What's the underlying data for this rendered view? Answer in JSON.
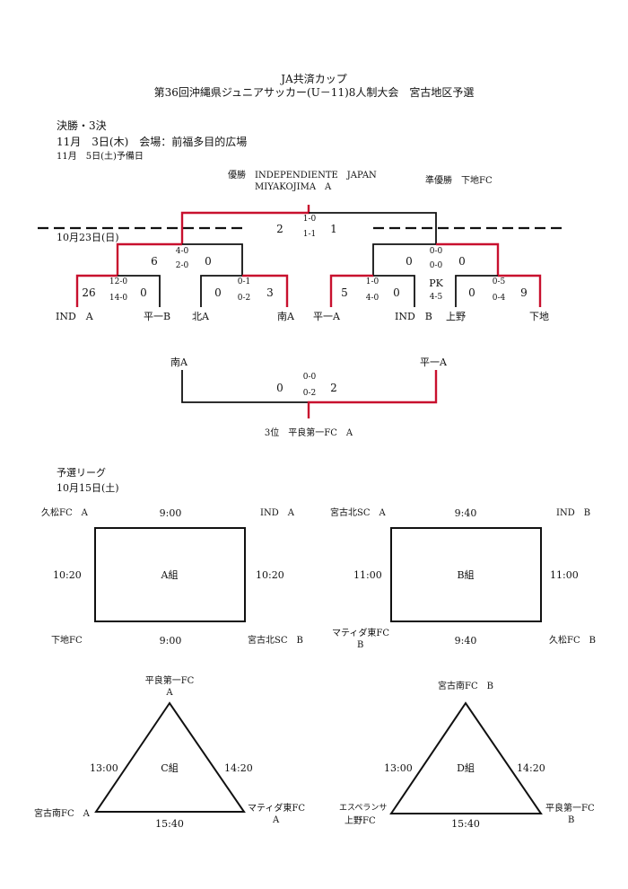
{
  "header": {
    "title_line1": "JA共済カップ",
    "title_line2": "第36回沖縄県ジュニアサッカー(U－11)8人制大会　宮古地区予選"
  },
  "finals": {
    "section_label": "決勝・3決",
    "date_line": "11月　3日(木)　会場：前福多目的広場",
    "reserve_line": "11月　5日(土)予備日",
    "round_date": "10月23日(日)",
    "champion_label": "優勝",
    "champion_line1": "INDEPENDIENTE　JAPAN",
    "champion_line2": "MIYAKOJIMA　A",
    "runner_up": "準優勝　下地FC",
    "final": {
      "left": "2",
      "right": "1",
      "half1": "1-0",
      "half2": "1-1"
    },
    "semi_left": {
      "left": "6",
      "right": "0",
      "half1": "4-0",
      "half2": "2-0"
    },
    "semi_right": {
      "left": "0",
      "right": "0",
      "half1": "0-0",
      "half2": "0-0",
      "pk_label": "PK",
      "pk": "4-5"
    },
    "qf1": {
      "left": "26",
      "right": "0",
      "half1": "12-0",
      "half2": "14-0"
    },
    "qf2": {
      "left": "0",
      "right": "3",
      "half1": "0-1",
      "half2": "0-2"
    },
    "qf3": {
      "left": "5",
      "right": "0",
      "half1": "1-0",
      "half2": "4-0"
    },
    "qf4": {
      "left": "0",
      "right": "9",
      "half1": "0-5",
      "half2": "0-4"
    },
    "teams": [
      "IND　A",
      "平一B",
      "北A",
      "南A",
      "平一A",
      "IND　B",
      "上野",
      "下地"
    ],
    "third_place": {
      "left_team": "南A",
      "right_team": "平一A",
      "left": "0",
      "right": "2",
      "half1": "0-0",
      "half2": "0-2",
      "result": "3位　平良第一FC　A"
    }
  },
  "league": {
    "section_label": "予選リーグ",
    "date": "10月15日(土)",
    "groupA": {
      "name": "A組",
      "tl": "久松FC　A",
      "tr": "IND　A",
      "bl": "下地FC",
      "br": "宮古北SC　B",
      "top_time": "9:00",
      "bottom_time": "9:00",
      "left_time": "10:20",
      "right_time": "10:20"
    },
    "groupB": {
      "name": "B組",
      "tl": "宮古北SC　A",
      "tr": "IND　B",
      "bl_line1": "マティダ東FC",
      "bl_line2": "B",
      "br": "久松FC　B",
      "top_time": "9:40",
      "bottom_time": "9:40",
      "left_time": "11:00",
      "right_time": "11:00"
    },
    "groupC": {
      "name": "C組",
      "top_line1": "平良第一FC",
      "top_line2": "A",
      "bl": "宮古南FC　A",
      "br_line1": "マティダ東FC",
      "br_line2": "A",
      "left_time": "13:00",
      "right_time": "14:20",
      "bottom_time": "15:40"
    },
    "groupD": {
      "name": "D組",
      "top": "宮古南FC　B",
      "bl_line1": "エスペランサ",
      "bl_line2": "上野FC",
      "br_line1": "平良第一FC",
      "br_line2": "B",
      "left_time": "13:00",
      "right_time": "14:20",
      "bottom_time": "15:40"
    }
  }
}
